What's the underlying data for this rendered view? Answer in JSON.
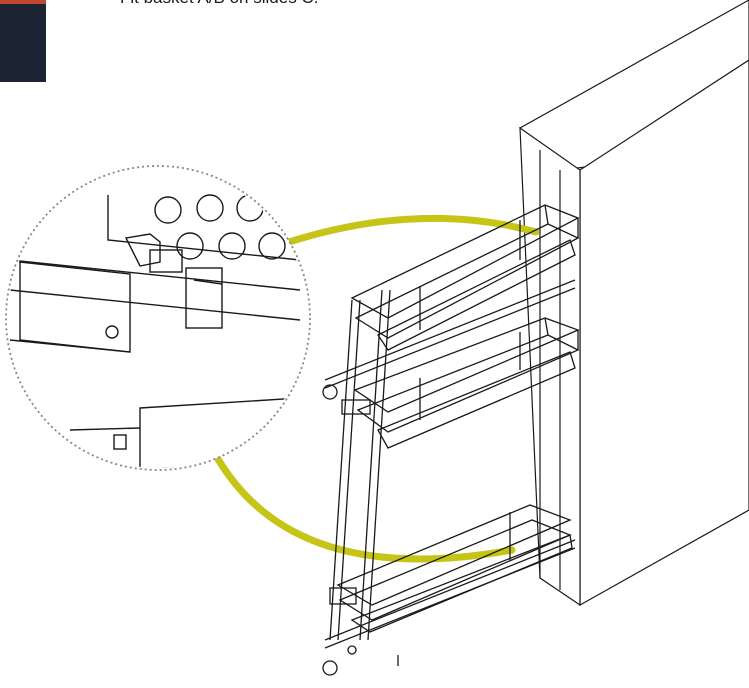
{
  "instruction": {
    "text": "Fit basket A/B on slides C."
  },
  "colors": {
    "badge": "#1c2433",
    "badge_accent": "#c2452d",
    "callout_arc": "#c6c416",
    "line": "#1a1a1a"
  },
  "icons": [
    "step-badge",
    "detail-magnifier-circle",
    "callout-arc",
    "pull-out-basket-drawing",
    "cabinet-side-panel"
  ]
}
